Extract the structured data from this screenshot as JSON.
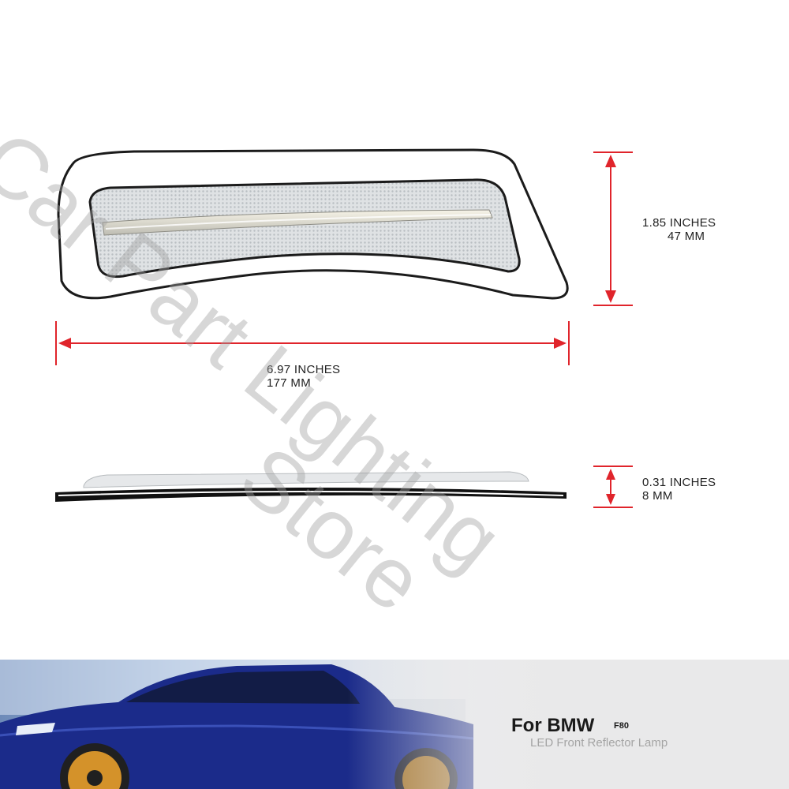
{
  "dimensions": {
    "height": {
      "inches": "1.85 INCHES",
      "mm": "47 MM"
    },
    "length": {
      "inches": "6.97 INCHES",
      "mm": "177 MM"
    },
    "thickness": {
      "inches": "0.31 INCHES",
      "mm": "8 MM"
    }
  },
  "watermark": {
    "line1": "Car Part Lighting",
    "line2": "Store"
  },
  "banner": {
    "title": "For BMW",
    "model": "F80",
    "subtitle": "LED Front Reflector Lamp"
  },
  "colors": {
    "arrow": "#e0242b",
    "outline": "#1b1b1b",
    "lens": "#d9dcdf",
    "led_strip": "#f3f1e6",
    "watermark": "#a0a0a0",
    "banner_car": "#1b2b8a",
    "wheel": "#d4922a"
  },
  "icons": [
    "front-lamp-view",
    "side-lamp-view",
    "car-banner-image"
  ]
}
